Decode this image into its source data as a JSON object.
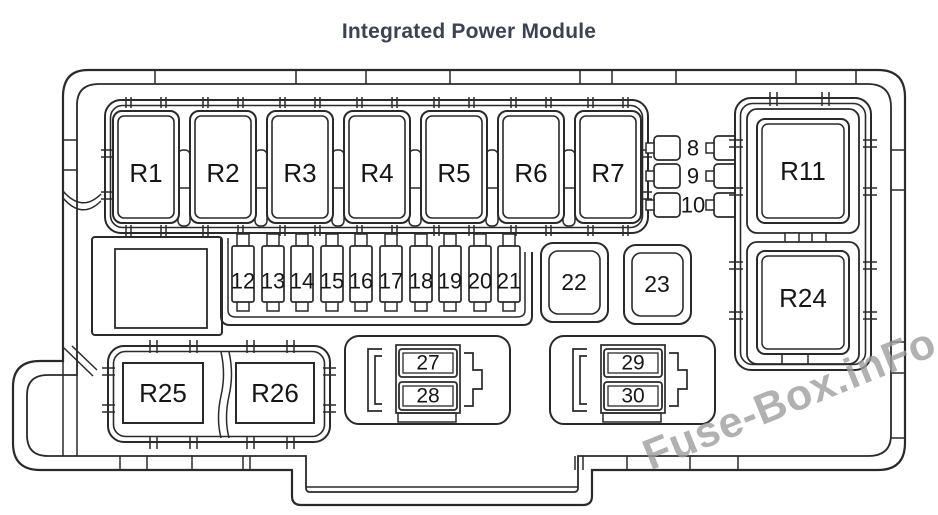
{
  "title": "Integrated Power Module",
  "watermark": "Fuse-Box.inFo",
  "colors": {
    "line": "#2a2a2a",
    "title_text": "#3c4250",
    "watermark_gray": "#9e9e9e",
    "background": "#ffffff"
  },
  "relays_top": [
    "R1",
    "R2",
    "R3",
    "R4",
    "R5",
    "R6",
    "R7"
  ],
  "side_fuses": [
    "8",
    "9",
    "10"
  ],
  "right_relays": [
    "R11",
    "R24"
  ],
  "mini_fuses": [
    "12",
    "13",
    "14",
    "15",
    "16",
    "17",
    "18",
    "19",
    "20",
    "21"
  ],
  "square_fuses": [
    "22",
    "23"
  ],
  "bottom_relays": [
    "R25",
    "R26"
  ],
  "dual_fuse_block_left": [
    "27",
    "28"
  ],
  "dual_fuse_block_right": [
    "29",
    "30"
  ]
}
